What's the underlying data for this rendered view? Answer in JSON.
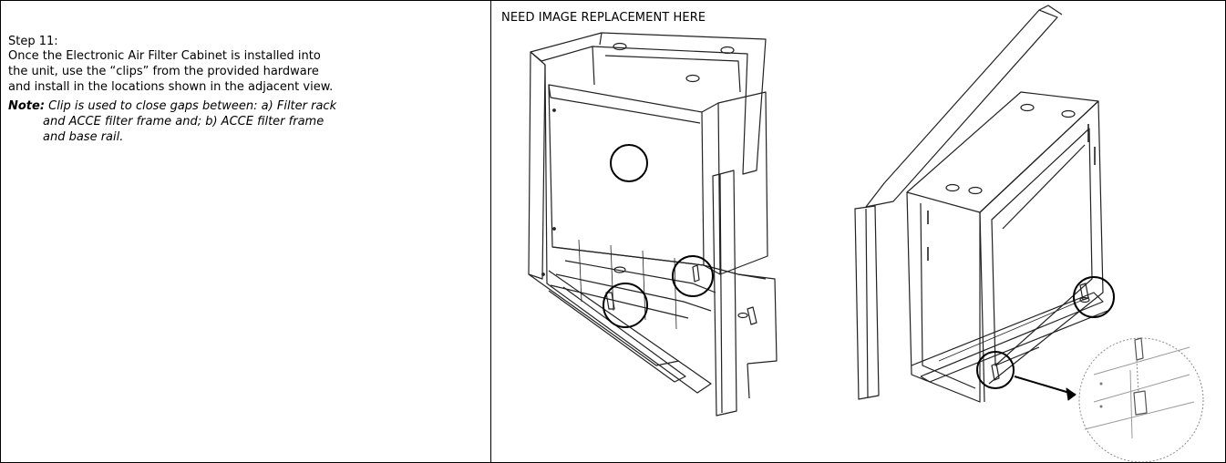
{
  "step": {
    "title": "Step 11:",
    "body_line1": "Once the Electronic Air Filter Cabinet is installed into",
    "body_line2": "the unit, use the “clips” from the provided hardware",
    "body_line3": "and install in the locations shown in the adjacent view."
  },
  "note": {
    "label": "Note:",
    "line1": " Clip is used to close gaps between: a) Filter rack",
    "line2": "and ACCE filter frame and; b) ACCE filter frame",
    "line3": "and base rail."
  },
  "image_panel": {
    "banner": "NEED IMAGE REPLACEMENT HERE",
    "left_illustration_icon": "filter-cabinet-front-view-icon",
    "right_illustration_icon": "filter-cabinet-rear-view-icon",
    "detail_icon": "clip-detail-magnified-icon"
  }
}
